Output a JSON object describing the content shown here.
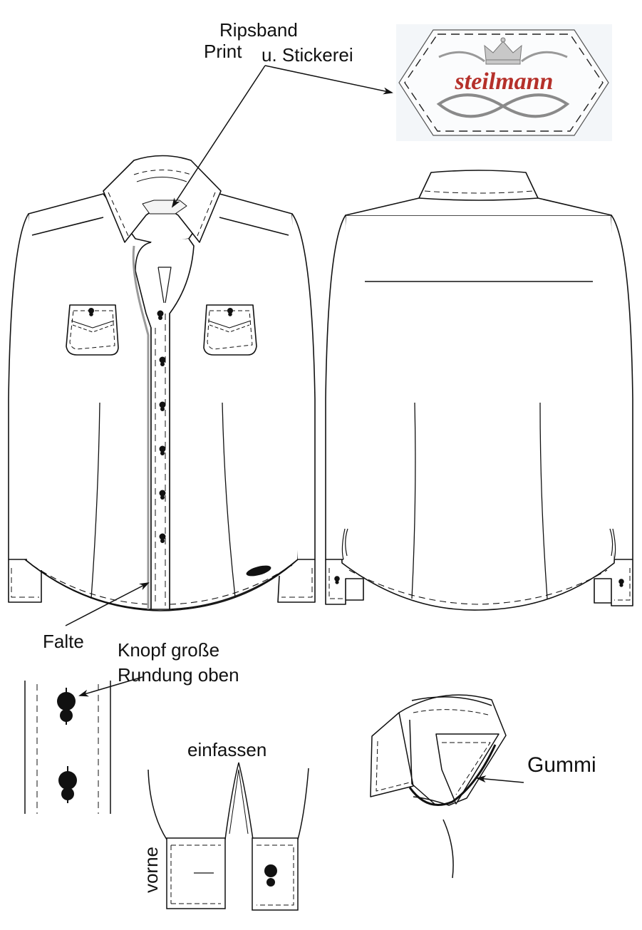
{
  "labels": {
    "ripsband_line1": "Ripsband",
    "ripsband_line2": "Print",
    "ripsband_line3": "u. Stickerei",
    "falte": "Falte",
    "knopf_line1": "Knopf große",
    "knopf_line2": "Rundung oben",
    "einfassen": "einfassen",
    "gummi": "Gummi",
    "vorne": "vorne"
  },
  "brand_label": {
    "logo_text": "steilmann",
    "logo_color": "#b5302a",
    "crown_icon": "crown-icon",
    "flourish_icon": "infinity-flourish-icon"
  },
  "colors": {
    "line": "#111111",
    "placket_shadow": "#9a9a9a",
    "label_bg": "#f3f6f9"
  }
}
